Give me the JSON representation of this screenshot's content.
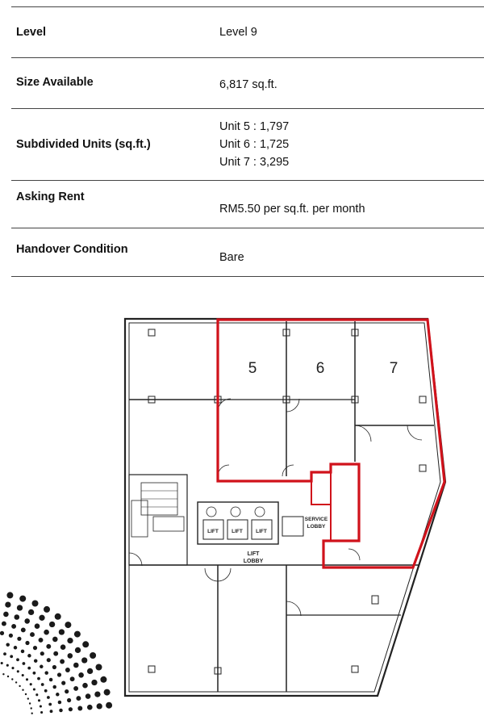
{
  "specs": {
    "level": {
      "label": "Level",
      "value": "Level 9"
    },
    "size": {
      "label": "Size Available",
      "value": "6,817 sq.ft."
    },
    "subdivided": {
      "label": "Subdivided Units (sq.ft.)",
      "units": [
        "Unit 5 : 1,797",
        "Unit 6 : 1,725",
        "Unit 7 : 3,295"
      ]
    },
    "rent": {
      "label": "Asking Rent",
      "value": "RM5.50 per sq.ft. per month"
    },
    "handover": {
      "label": "Handover Condition",
      "value": "Bare"
    }
  },
  "floorplan": {
    "unit_labels": [
      "5",
      "6",
      "7"
    ],
    "lift_label": "LIFT",
    "lift_lobby": [
      "LIFT",
      "LOBBY"
    ],
    "service_lobby": [
      "SERVICE",
      "LOBBY"
    ],
    "highlight_color": "#d0121b"
  }
}
